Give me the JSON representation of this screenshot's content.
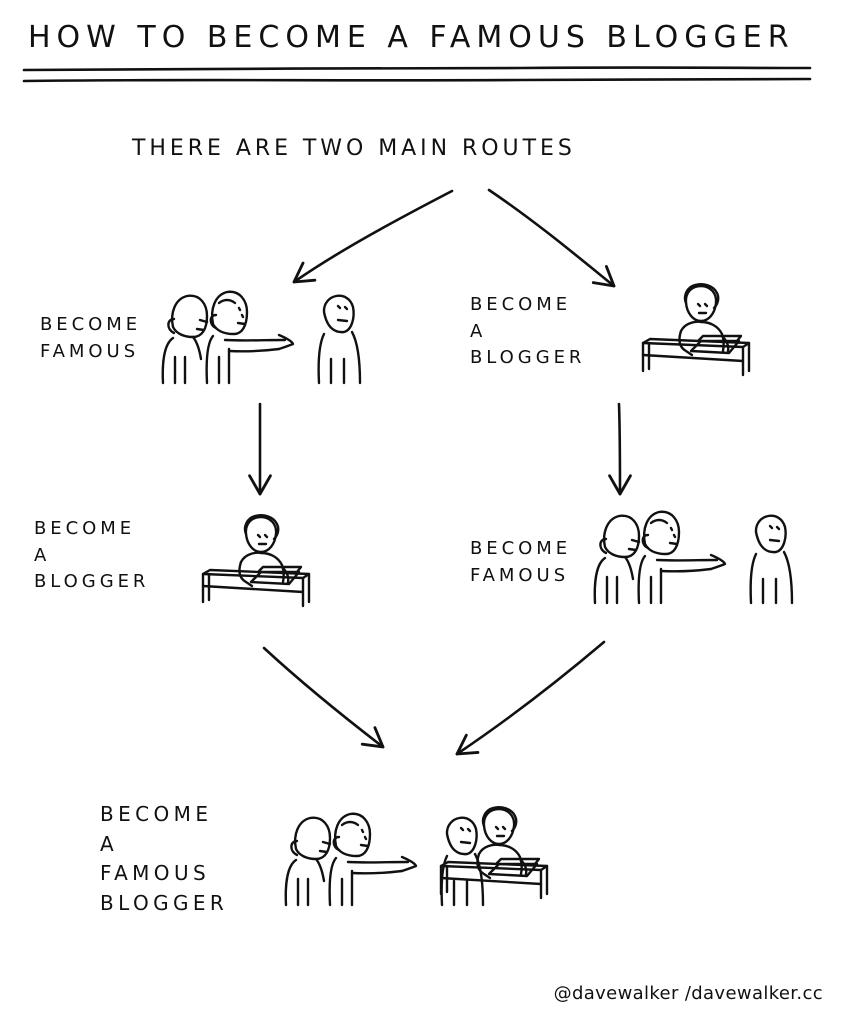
{
  "title": "HOW TO BECOME A FAMOUS BLOGGER",
  "intro": "THERE ARE TWO MAIN ROUTES",
  "steps": {
    "left_first": "BECOME\nFAMOUS",
    "right_first": "BECOME\nA\nBLOGGER",
    "left_second": "BECOME\nA\nBLOGGER",
    "right_second": "BECOME\nFAMOUS",
    "result": "BECOME\nA\nFAMOUS\nBLOGGER"
  },
  "credit": "@davewalker /davewalker.cc",
  "colors": {
    "ink": "#111111",
    "paper": "#ffffff"
  },
  "icons": {
    "famous": "pointing-crowd-icon",
    "blogger": "person-at-laptop-icon"
  }
}
